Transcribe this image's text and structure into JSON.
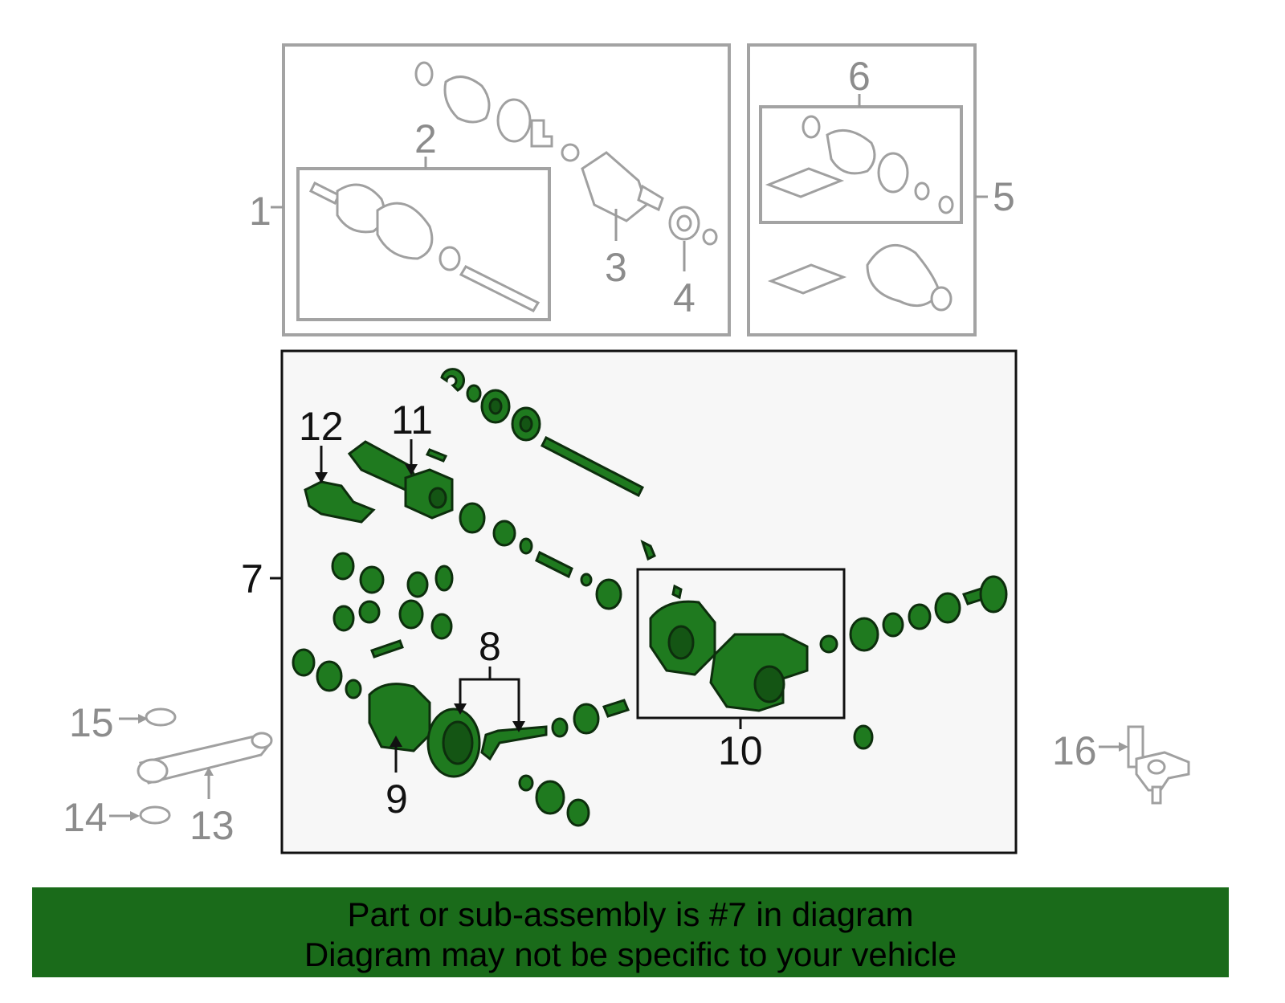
{
  "callouts": {
    "c1": "1",
    "c2": "2",
    "c3": "3",
    "c4": "4",
    "c5": "5",
    "c6": "6",
    "c7": "7",
    "c8": "8",
    "c9": "9",
    "c10": "10",
    "c11": "11",
    "c12": "12",
    "c13": "13",
    "c14": "14",
    "c15": "15",
    "c16": "16"
  },
  "banner": {
    "line1": "Part or sub-assembly is #7 in diagram",
    "line2": "Diagram may not be specific to your vehicle",
    "background_color": "#1a6b1a"
  },
  "colors": {
    "highlight_part": "#1f7a1f",
    "inactive_part": "#a0a0a0",
    "main_box_fill": "#f7f7f7"
  }
}
